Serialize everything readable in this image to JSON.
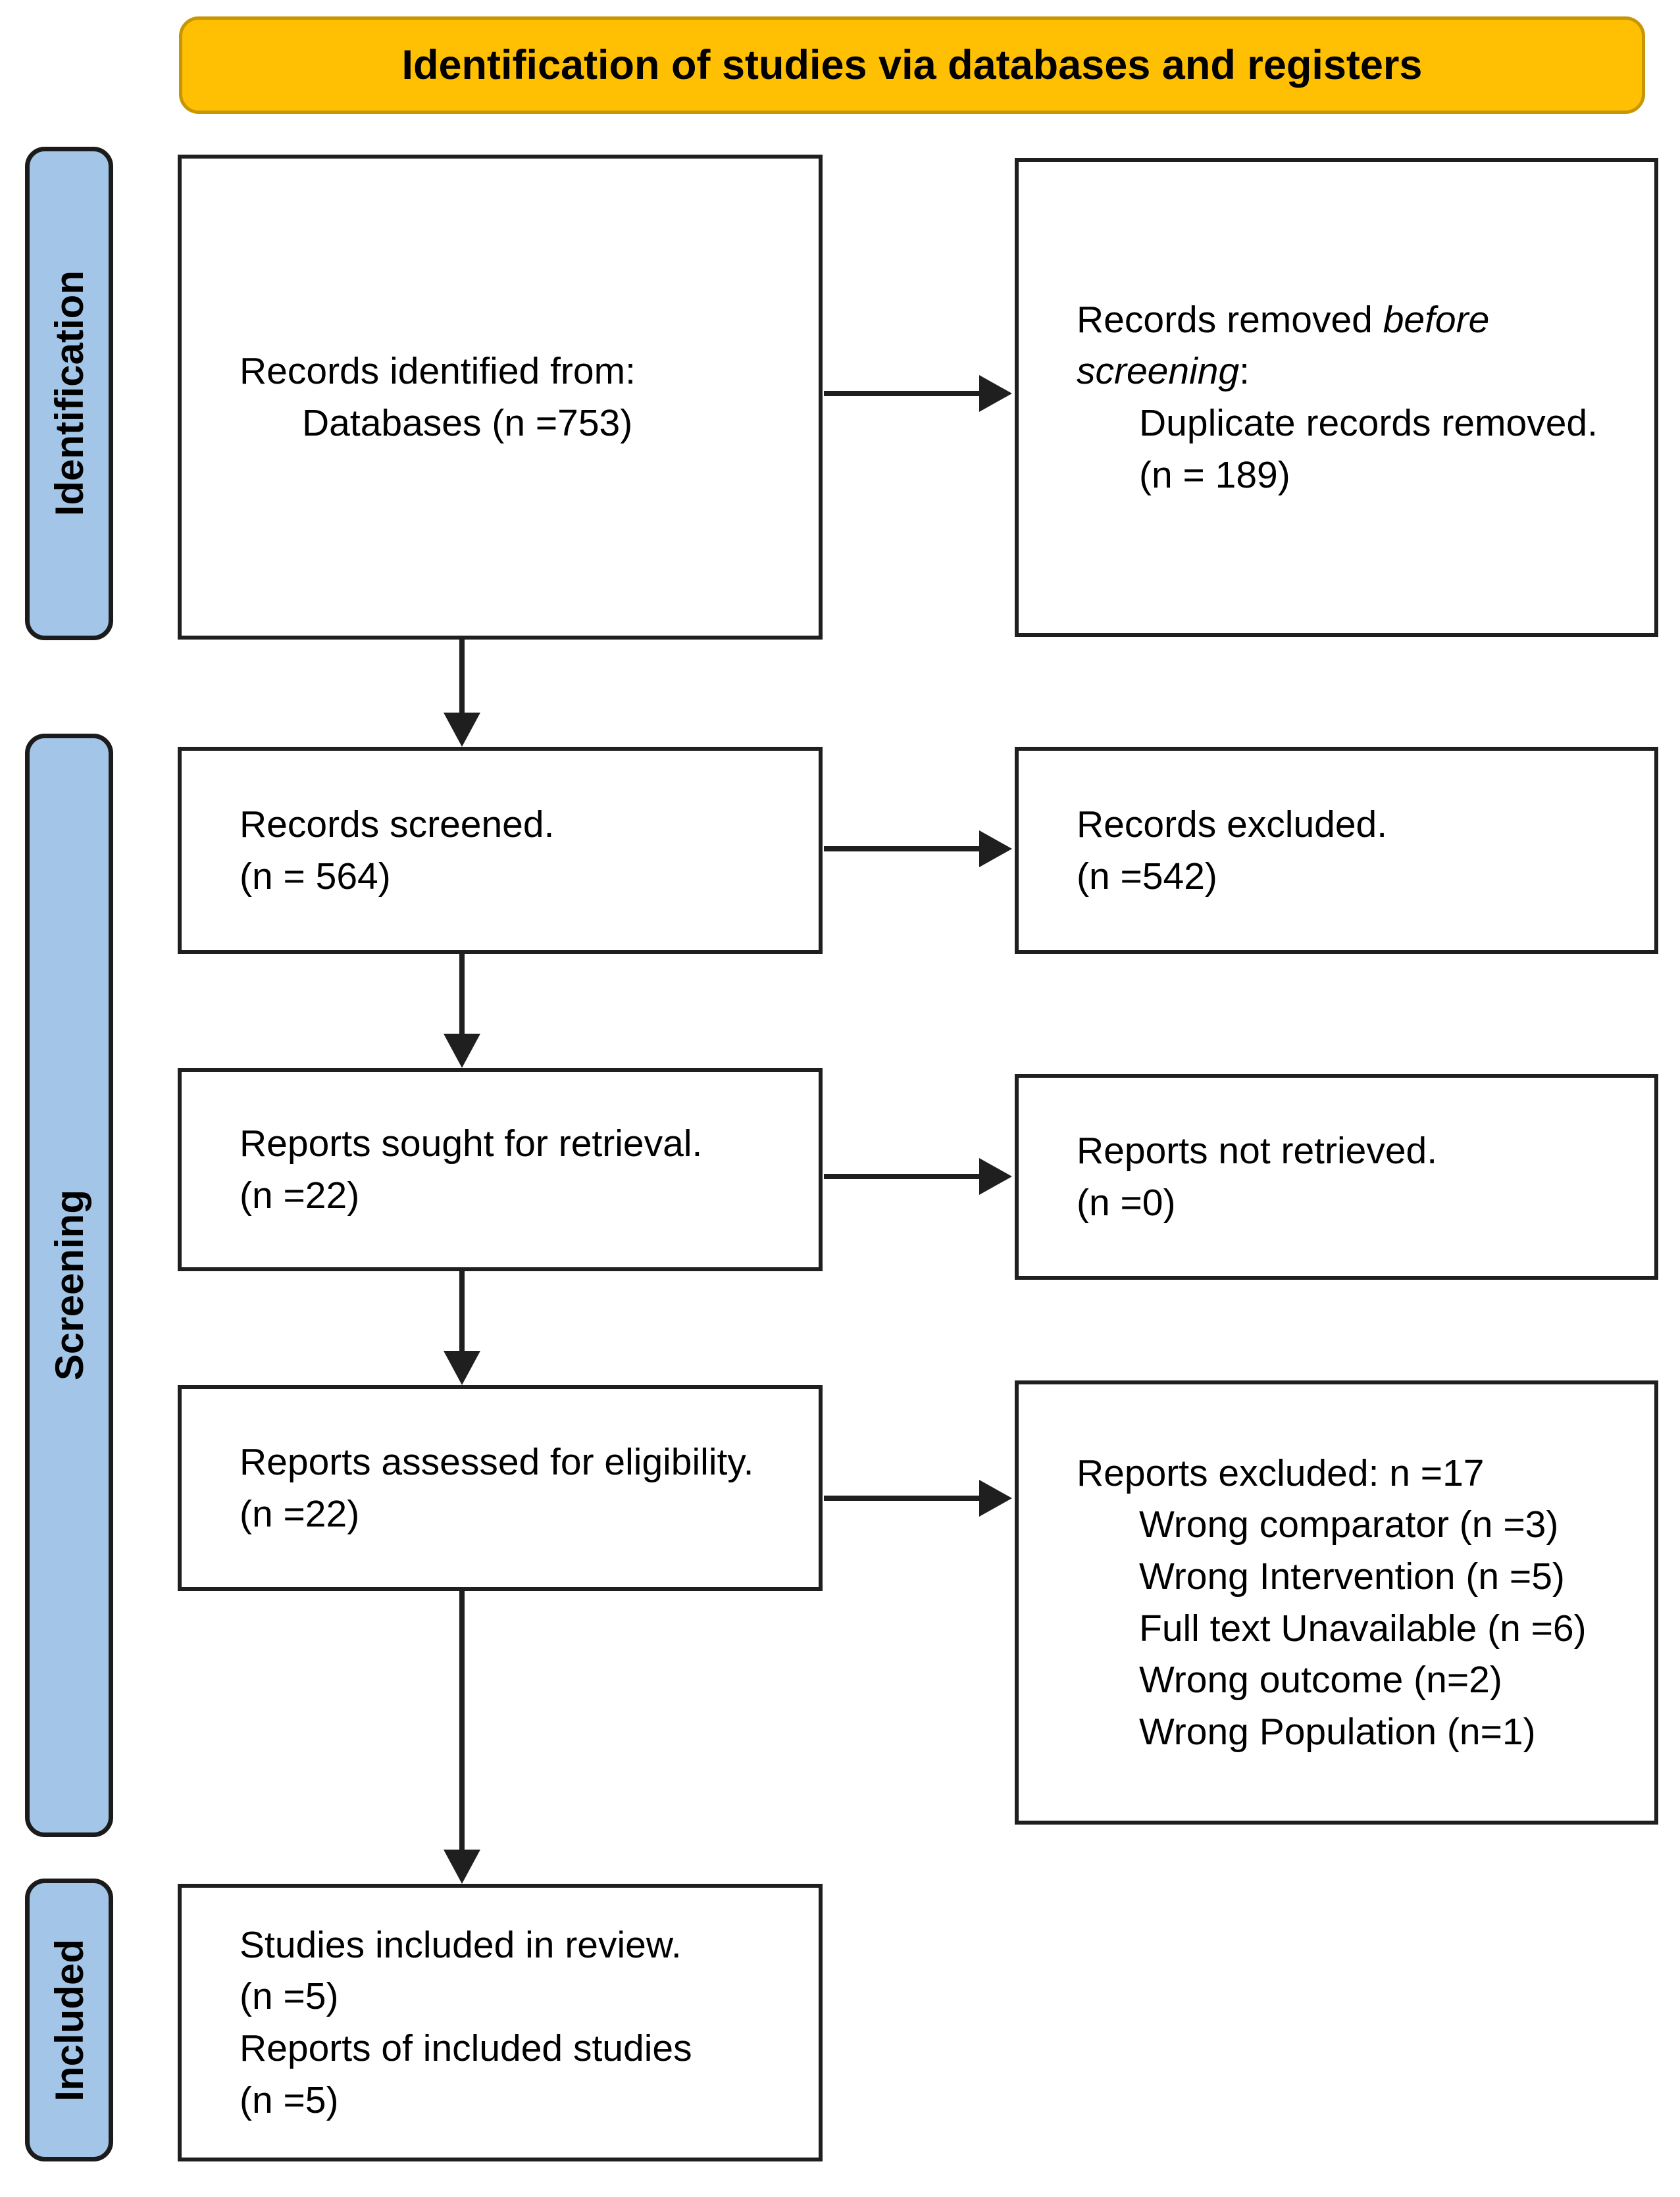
{
  "banner": {
    "title": "Identification of studies via databases and registers"
  },
  "sidebar": {
    "identification": "Identification",
    "screening": "Screening",
    "included": "Included"
  },
  "boxes": {
    "records_identified": {
      "line1": "Records identified from:",
      "line2": "Databases (n =753)"
    },
    "records_removed": {
      "line1_normal": "Records removed ",
      "line1_italic": "before",
      "line2_italic": "screening",
      "line2_normal": ":",
      "line3": "Duplicate records removed.",
      "line4": "(n = 189)"
    },
    "records_screened": {
      "line1": "Records screened.",
      "line2": "(n = 564)"
    },
    "records_excluded": {
      "line1": "Records excluded.",
      "line2": "(n =542)"
    },
    "reports_sought": {
      "line1": "Reports sought for retrieval.",
      "line2": "(n =22)"
    },
    "reports_not_retrieved": {
      "line1": "Reports not retrieved.",
      "line2": "(n =0)"
    },
    "reports_assessed": {
      "line1": "Reports assessed for eligibility.",
      "line2": "(n =22)"
    },
    "reports_excluded": {
      "header": "Reports excluded: n =17",
      "reason1": "Wrong comparator (n =3)",
      "reason2": "Wrong Intervention (n =5)",
      "reason3": "Full text Unavailable (n =6)",
      "reason4": "Wrong outcome (n=2)",
      "reason5": "Wrong Population (n=1)"
    },
    "studies_included": {
      "line1": "Studies included in review.",
      "line2": "(n =5)",
      "line3": "Reports of included studies",
      "line4": "(n =5)"
    }
  },
  "colors": {
    "banner_fill": "#FFC003",
    "banner_border": "#C79600",
    "stage_fill": "#A3C6E8",
    "line": "#1f1f1f",
    "text": "#000000"
  }
}
